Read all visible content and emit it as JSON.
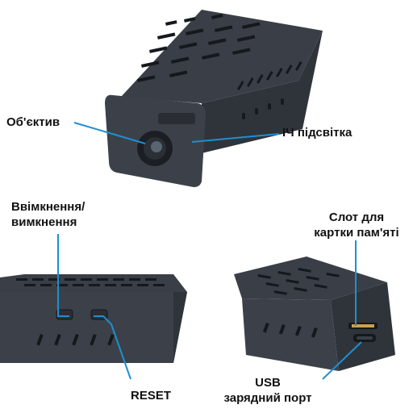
{
  "labels": {
    "lens": "Об'єктив",
    "ir": "ІЧ підсвітка",
    "power_line1": "Ввімкнення/",
    "power_line2": "вимкнення",
    "reset": "RESET",
    "slot_line1": "Слот для",
    "slot_line2": "картки пам'яті",
    "usb_line1": "USB",
    "usb_line2": "зарядний порт"
  },
  "colors": {
    "pointer": "#1e8fd0",
    "body_dark": "#2b2f36",
    "body_mid": "#3a3f47",
    "body_light": "#4a5059",
    "vent": "#15181c",
    "background": "#ffffff"
  }
}
